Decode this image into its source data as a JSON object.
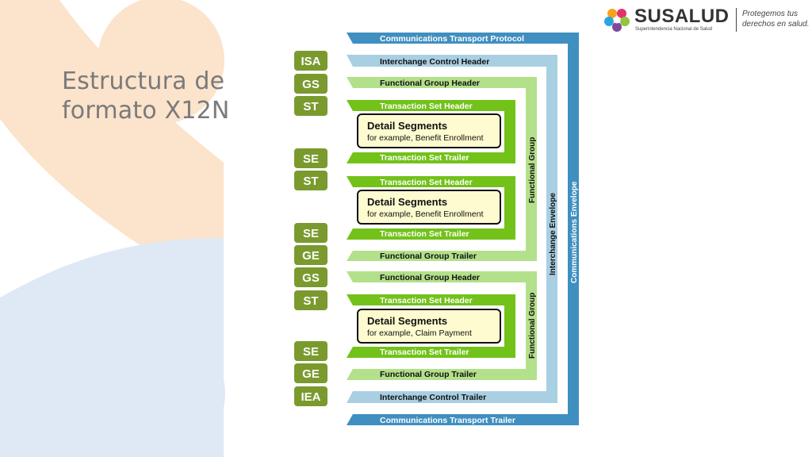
{
  "slide": {
    "title_line1": "Estructura de",
    "title_line2": "formato X12N"
  },
  "logo": {
    "name": "SUSALUD",
    "subtitle": "Superintendencia Nacional de Salud",
    "slogan_line1": "Protegemos tus",
    "slogan_line2": "derechos en salud."
  },
  "colors": {
    "comm_blue": "#3f8fc0",
    "interchange_blue": "#a9cfe3",
    "fg_green": "#b3e08a",
    "ts_green": "#72c21a",
    "segment_box": "#7a9a2e",
    "detail_box": "#fdfbcf",
    "bg_peach": "#fbe3cc",
    "bg_blue": "#dfe9f6"
  },
  "diagram": {
    "comm_header": "Communications Transport Protocol",
    "comm_trailer": "Communications Transport Trailer",
    "comm_envelope": "Communications Envelope",
    "interchange_header": "Interchange Control Header",
    "interchange_trailer": "Interchange Control Trailer",
    "interchange_envelope": "Interchange Envelope",
    "segments": [
      "ISA",
      "GS",
      "ST",
      "SE",
      "ST",
      "SE",
      "GE",
      "GS",
      "ST",
      "SE",
      "GE",
      "IEA"
    ],
    "groups": [
      {
        "header": "Functional Group Header",
        "trailer": "Functional Group Trailer",
        "side_label": "Functional Group",
        "transactions": [
          {
            "header": "Transaction Set Header",
            "trailer": "Transaction Set Trailer",
            "detail_title": "Detail Segments",
            "detail_sub": "for example, Benefit Enrollment"
          },
          {
            "header": "Transaction Set Header",
            "trailer": "Transaction Set Trailer",
            "detail_title": "Detail Segments",
            "detail_sub": "for example, Benefit Enrollment"
          }
        ]
      },
      {
        "header": "Functional Group Header",
        "trailer": "Functional Group Trailer",
        "side_label": "Functional Group",
        "transactions": [
          {
            "header": "Transaction Set Header",
            "trailer": "Transaction Set Trailer",
            "detail_title": "Detail Segments",
            "detail_sub": "for example, Claim Payment"
          }
        ]
      }
    ]
  }
}
